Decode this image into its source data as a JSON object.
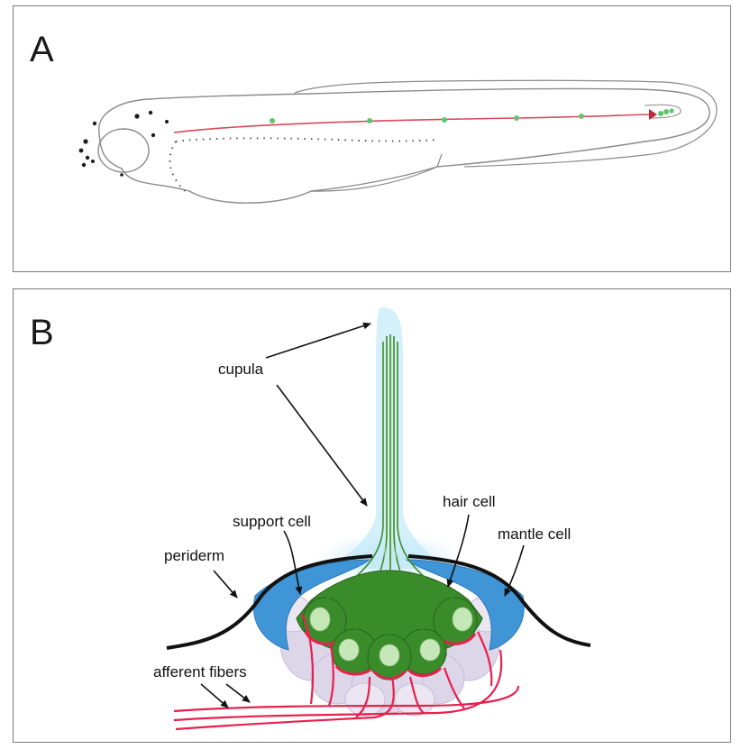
{
  "panel_a": {
    "letter": "A"
  },
  "panel_b": {
    "letter": "B",
    "labels": {
      "cupula": "cupula",
      "support_cell": "support cell",
      "hair_cell": "hair cell",
      "mantle_cell": "mantle cell",
      "periderm": "periderm",
      "afferent_fibers": "afferent fibers"
    }
  },
  "colors": {
    "hair_cell": "#3a8c2a",
    "hair_cell_nucleus": "#c6e8b8",
    "support_cell": "#d9d3e6",
    "mantle_cell": "#3f95d6",
    "afferent_fiber": "#e8204e",
    "cupula": "#bfe6f6",
    "periderm": "#111111",
    "lateral_line": "#d94a5a",
    "neuromast": "#5cc76a"
  }
}
